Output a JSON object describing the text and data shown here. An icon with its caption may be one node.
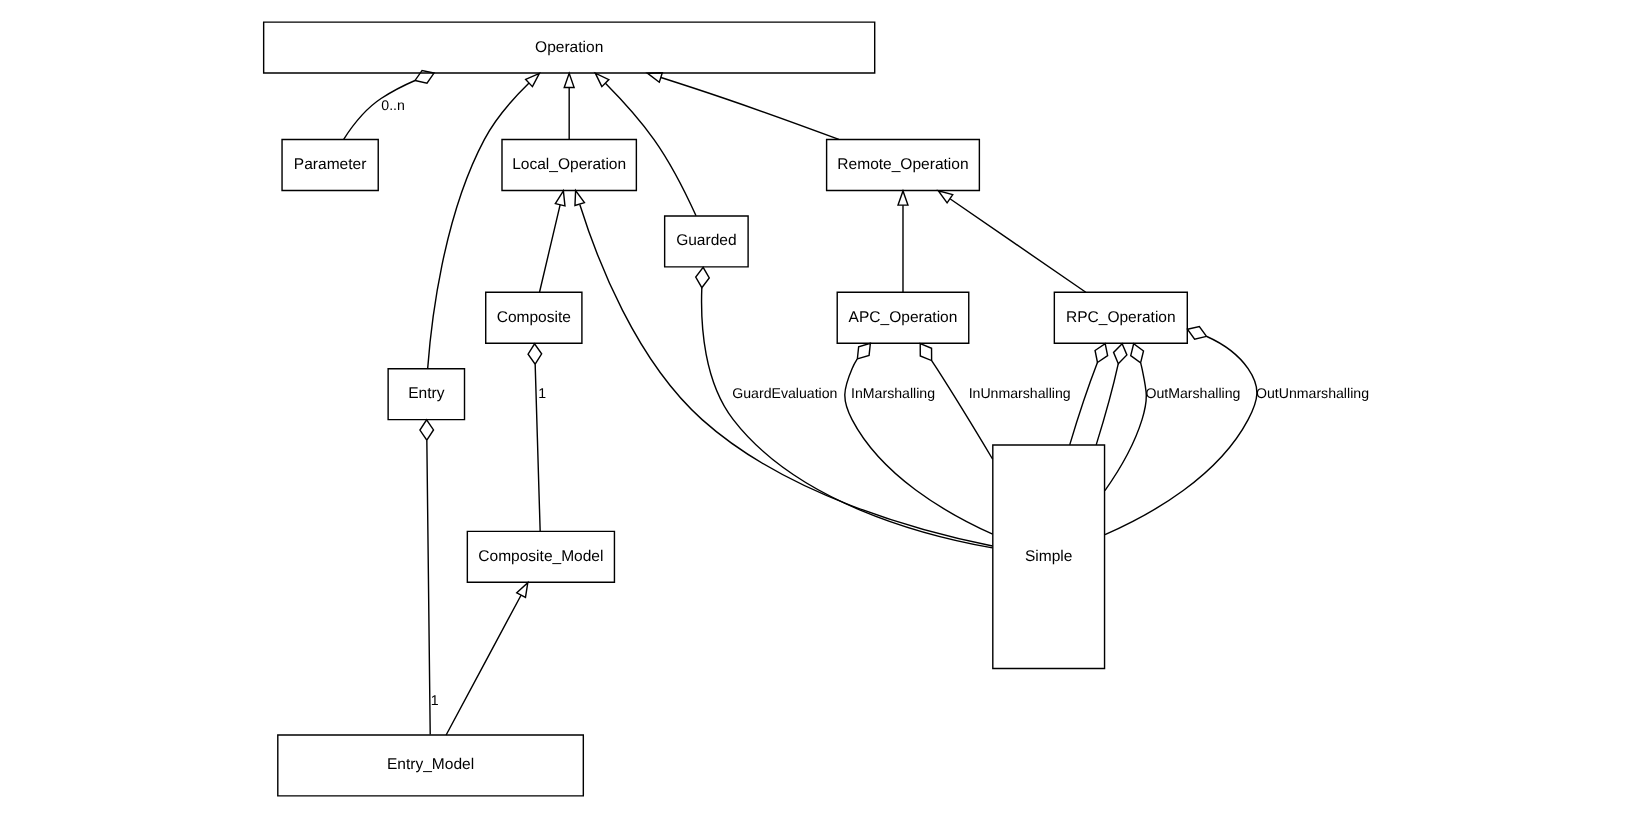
{
  "diagram": {
    "nodes": [
      {
        "text": [
          "Operation"
        ]
      },
      {
        "text": [
          "Parameter"
        ]
      },
      {
        "text": [
          "Entry"
        ]
      },
      {
        "text": [
          "Local_Operation"
        ]
      },
      {
        "text": [
          "Remote_Operation"
        ]
      },
      {
        "text": [
          "Guarded"
        ]
      },
      {
        "text": [
          "Composite"
        ]
      },
      {
        "text": [
          "Simple"
        ]
      },
      {
        "text": [
          "APC_Operation"
        ]
      },
      {
        "text": [
          "RPC_Operation"
        ]
      },
      {
        "text": [
          "Composite_Model"
        ]
      },
      {
        "text": [
          "Entry_Model"
        ]
      }
    ],
    "edges": [
      {
        "from": 2,
        "to": 0,
        "arrow": "to"
      },
      {
        "from": 3,
        "to": 0,
        "arrow": "to"
      },
      {
        "from": 4,
        "to": 0,
        "arrow": "to"
      },
      {
        "from": 5,
        "to": 0,
        "arrow": "to"
      },
      {
        "from": 1,
        "to": 0,
        "arrow": "other",
        "label": "0..n"
      },
      {
        "from": 6,
        "to": 3,
        "arrow": "to"
      },
      {
        "from": 7,
        "to": 3,
        "arrow": "to"
      },
      {
        "from": 8,
        "to": 4,
        "arrow": "to"
      },
      {
        "from": 9,
        "to": 4,
        "arrow": "to"
      },
      {
        "from": 11,
        "to": 2,
        "arrow": "other",
        "label": "1"
      },
      {
        "from": 10,
        "to": 6,
        "arrow": "other",
        "label": "1"
      },
      {
        "from": 11,
        "to": 10,
        "arrow": "to"
      },
      {
        "from": 7,
        "to": 8,
        "arrow": "other",
        "label": "InMarshalling"
      },
      {
        "from": 7,
        "to": 9,
        "arrow": "other"
      },
      {
        "from": 7,
        "to": 8,
        "arrow": "other",
        "label": "InUnmarshalling"
      },
      {
        "from": 7,
        "to": 9,
        "arrow": "other"
      },
      {
        "from": 7,
        "to": 9,
        "arrow": "other",
        "label": "OutMarshalling"
      },
      {
        "from": 7,
        "to": 9,
        "arrow": "other",
        "label": "OutUnmarshalling"
      },
      {
        "from": 7,
        "to": 5,
        "arrow": "other",
        "label": "GuardEvaluation"
      }
    ]
  }
}
